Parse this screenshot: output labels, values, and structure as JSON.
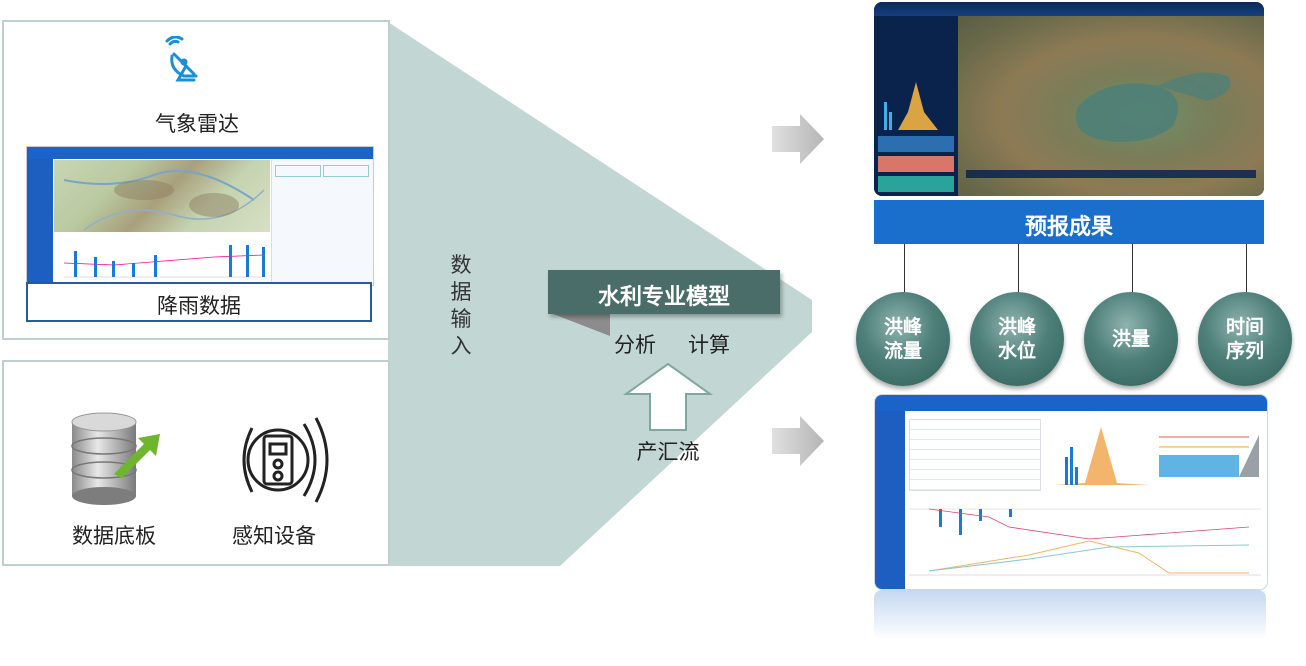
{
  "inputs": {
    "radar_label": "气象雷达",
    "rain_label": "降雨数据",
    "database_label": "数据底板",
    "sensor_label": "感知设备",
    "flow_label_chars": [
      "数",
      "据",
      "输",
      "入"
    ]
  },
  "model": {
    "title": "水利专业模型",
    "analyze": "分析",
    "compute": "计算",
    "runoff": "产汇流"
  },
  "results": {
    "title": "预报成果",
    "items": [
      "洪峰\n流量",
      "洪峰\n水位",
      "洪量",
      "时间\n序列"
    ]
  },
  "colors": {
    "teal_shape": "#bfd3d0",
    "banner": "#4a6d69",
    "blue_bar": "#1a6fcc",
    "panel_border": "#bcd0cf"
  }
}
